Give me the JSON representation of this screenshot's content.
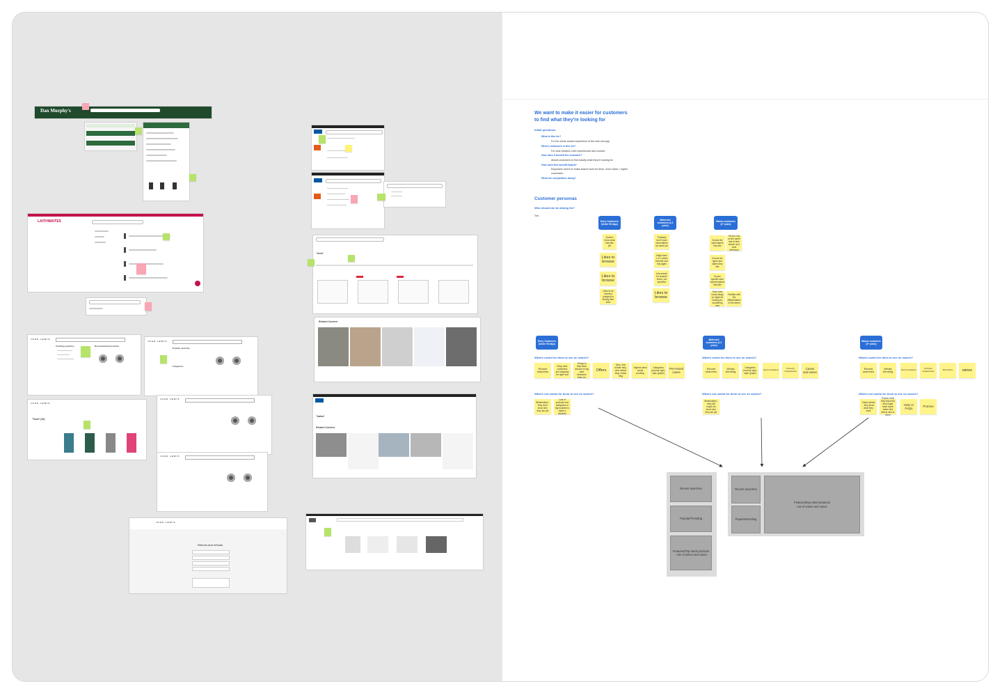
{
  "canvas": {
    "bg_left": "#e6e6e6",
    "bg_right": "#ffffff",
    "accent": "#2b6fd6",
    "sticky": "#fff48a"
  },
  "screens": {
    "danmurphys_logo": "Dan Murphy's",
    "laithwaites_logo": "LAITHWAITES",
    "johnlewis_logo": "JOHN LEWIS",
    "johnlewis_result_title": "'Towel' (52)",
    "johnlewis_returns_title": "Returns and refunds",
    "ikea_results_title": "\"desk\"",
    "ikea_related_title": "Related Content",
    "ikea_results_title_2": "\"kallax\"",
    "ikea_related_title_2": "Related Content",
    "jl_trending": "Trending searches",
    "jl_recommended": "Recommended products",
    "jl_popular": "Popular searches",
    "jl_categories": "Categories"
  },
  "doc": {
    "title_line1": "We want to make it easier for customers",
    "title_line2": "to find what they're looking for",
    "initial_questions": "Initial questions",
    "questions": [
      {
        "q": "What is this for?",
        "a": [
          "For the whole search experience of the web and app"
        ]
      },
      {
        "q": "Which customers is this for?",
        "a": [
          "For wine drinkers, both experienced and novices"
        ]
      },
      {
        "q": "How does it benefit the customer?",
        "a": [
          "Allows customers to find exactly what they're looking for"
        ]
      },
      {
        "q": "How does this benefit Naked?",
        "a": [
          "Empowers merch to make search work for them, more clicks = higher",
          "conversion"
        ]
      },
      {
        "q": "What are competitors doing?",
        "a": []
      }
    ],
    "personas_title": "Customer personas",
    "personas_sub": "Who should we be aiming for?",
    "text_label": "Text",
    "personas": [
      {
        "label": "Entry Customers (Under 90 days)",
        "notes": [
          "Doesn't know what they like yet",
          "Likes to browse",
          "Likes to browse",
          "Likes to be directed (nudged) in finding their wine"
        ]
      },
      {
        "label": "Midrecent customers (1-2 years)",
        "notes": [
          "Probably don't know winemakers by name yet",
          "Might have 1 or 2 wines they like and buy again",
          "Use search for broader terms, not specifics",
          "Likes to browse"
        ]
      },
      {
        "label": "Mature customers (3+ years)",
        "notes": [
          "Knows the winemakers they like",
          "Tend to rely on the same tips to take search as a wine reference",
          "Knows the types and styles they like",
          "Knows specific wine names/makers they like",
          "Have tried many things so might be looking for something new",
          "Familiar with the differentiation of the wines"
        ]
      }
    ],
    "useful_title": "What's useful for them to see on search?",
    "not_useful_title": "What's not useful for them to see on search?",
    "groups": [
      {
        "label": "Entry Customers (Under 90 days)",
        "useful": [
          "Recent searches",
          "Shop wine customers are shopping for right now",
          "Things to help them choose no big hard decisions fade out",
          "Offers",
          "Quiz, new bundle help, wine advice blog, recipe blog",
          "Highest rated social proofing",
          "Categories (country, type, style, grape)",
          "Pre-mixed cases"
        ],
        "not_useful": [
          "Winemakers - they don't know who they are yet",
          "Lots of products and categories or big bundles to make a decision"
        ]
      },
      {
        "label": "Midrecent customers (1-2 years)",
        "useful": [
          "Recent searches",
          "Whats trending",
          "Categories (country, type, style, grape)",
          "Recommendations",
          "Previously bought/viewed",
          "Cases and wines"
        ],
        "not_useful": [
          "Winemakers - they still might not know who they are yet"
        ]
      },
      {
        "label": "Mature customers (3+ years)",
        "useful": [
          "Recent searches",
          "Whats trending",
          "Recommendations",
          "Previously bought/viewed",
          "Winemakers",
          "wines"
        ],
        "not_useful": [
          "Cases aimed - they know what they want",
          "Explain what they know but they might have some better find that is new to them",
          "Help or FAQs",
          "Promos"
        ]
      }
    ],
    "wireframe_mobile": [
      "Recent searches",
      "Popular/Trending",
      "Featured/Top rated products - mix of wines and cases"
    ],
    "wireframe_desktop": [
      "Recent searches",
      "Popular/trending",
      "Featured/top rated products\nmix of wines and cases"
    ]
  }
}
